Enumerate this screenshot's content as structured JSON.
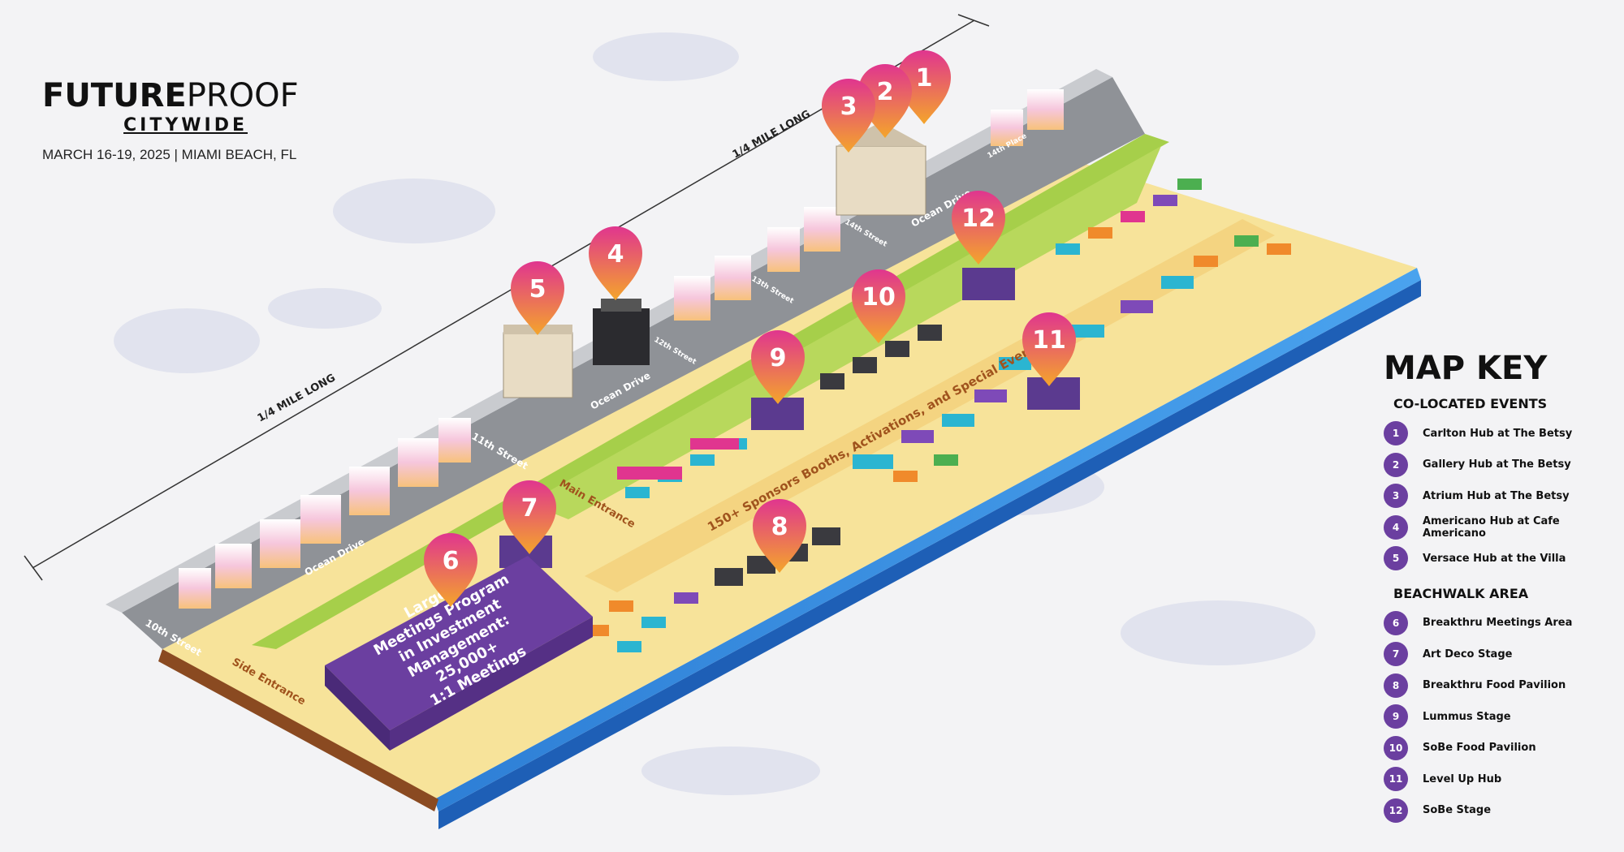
{
  "brand": {
    "name_bold": "FUTURE",
    "name_light": "PROOF",
    "subtitle": "CITYWIDE",
    "date_location": "MARCH 16-19, 2025 | MIAMI BEACH, FL"
  },
  "map_labels": {
    "distance_upper": "1/4 MILE LONG",
    "distance_lower": "1/4 MILE LONG",
    "street_10": "10th Street",
    "street_11": "11th Street",
    "street_12": "12th Street",
    "street_13": "13th Street",
    "street_14": "14th Street",
    "street_14_place": "14th Place",
    "ocean_drive_1": "Ocean Drive",
    "ocean_drive_2": "Ocean Drive",
    "ocean_drive_3": "Ocean Drive",
    "main_entrance": "Main Entrance",
    "side_entrance": "Side Entrance",
    "sponsors_banner": "150+ Sponsors Booths, Activations, and Special Events",
    "meetings_building": [
      "Largest",
      "Meetings Program",
      "in Investment",
      "Management:",
      "25,000+",
      "1:1 Meetings"
    ]
  },
  "pins": [
    "1",
    "2",
    "3",
    "4",
    "5",
    "6",
    "7",
    "8",
    "9",
    "10",
    "11",
    "12"
  ],
  "legend": {
    "title": "MAP KEY",
    "sections": [
      {
        "heading": "CO-LOCATED EVENTS",
        "items": [
          {
            "num": "1",
            "label": "Carlton Hub at The Betsy"
          },
          {
            "num": "2",
            "label": "Gallery Hub at The Betsy"
          },
          {
            "num": "3",
            "label": "Atrium Hub at The Betsy"
          },
          {
            "num": "4",
            "label": "Americano Hub at Cafe Americano"
          },
          {
            "num": "5",
            "label": "Versace Hub at the Villa"
          }
        ]
      },
      {
        "heading": "BEACHWALK AREA",
        "items": [
          {
            "num": "6",
            "label": "Breakthru Meetings Area"
          },
          {
            "num": "7",
            "label": "Art Deco Stage"
          },
          {
            "num": "8",
            "label": "Breakthru Food Pavilion"
          },
          {
            "num": "9",
            "label": "Lummus Stage"
          },
          {
            "num": "10",
            "label": "SoBe Food Pavilion"
          },
          {
            "num": "11",
            "label": "Level Up Hub"
          },
          {
            "num": "12",
            "label": "SoBe Stage"
          }
        ]
      }
    ]
  },
  "colors": {
    "sand": "#f7e39a",
    "grass": "#a6cf4a",
    "road": "#8f9297",
    "ocean": "#2e7fd6",
    "pin_top": "#e0358f",
    "pin_bottom": "#f4a52b",
    "stage_purple": "#5b3a8f",
    "badge_purple": "#6b3fa0"
  }
}
